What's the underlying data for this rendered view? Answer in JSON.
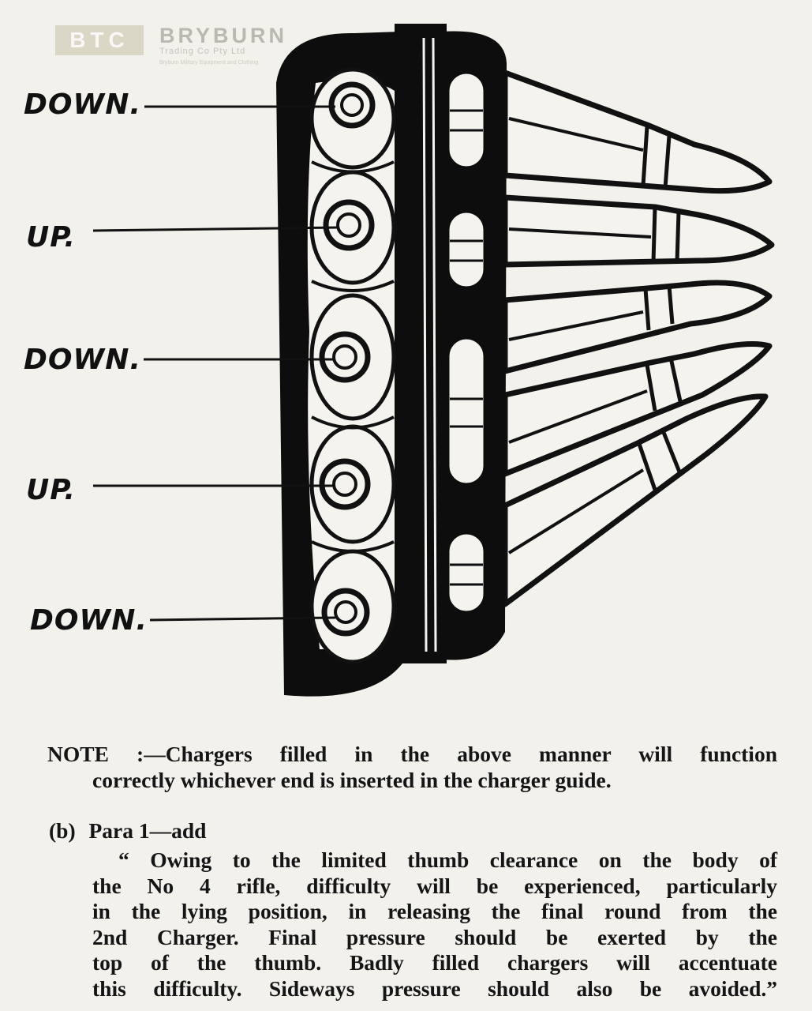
{
  "watermark": {
    "logo_text": "BTC",
    "company": "BRYBURN",
    "subtitle": "Trading Co Pty Ltd",
    "tagline": "Bryburn Military Equipment and Clothing"
  },
  "figure": {
    "labels": [
      "DOWN.",
      "UP.",
      "DOWN.",
      "UP.",
      "DOWN."
    ]
  },
  "note": {
    "line1": "NOTE :—Chargers filled in the above manner will function",
    "line2": "correctly whichever end is inserted in the charger guide."
  },
  "para_b": {
    "marker": "(b)",
    "heading": "Para 1—add",
    "lines": [
      "“ Owing to the limited thumb clearance on the body of",
      "the No 4 rifle, difficulty will be experienced, particularly",
      "in the lying position, in releasing the final round from the",
      "2nd Charger.  Final pressure should be exerted by the",
      "top of the thumb.  Badly filled chargers will accentuate",
      "this difficulty.  Sideways pressure should also be avoided.”"
    ]
  }
}
